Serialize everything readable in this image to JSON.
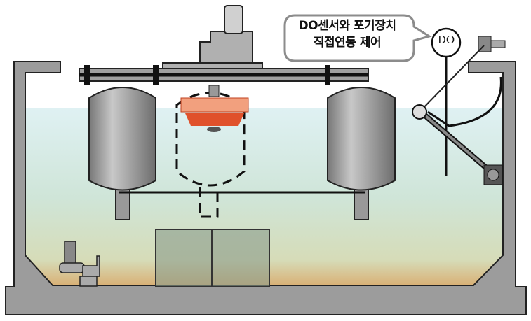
{
  "callout": {
    "line1": "DO센서와 포기장치",
    "line2": "직접연동 제어"
  },
  "sensor": {
    "label": "DO"
  },
  "colors": {
    "wall": "#9c9c9c",
    "water_top": "#d8eef0",
    "water_mid": "#c7e0cf",
    "water_bottom": "#d4b57e",
    "diffuser": "#e0512b",
    "tank": "#8e8e8e"
  }
}
